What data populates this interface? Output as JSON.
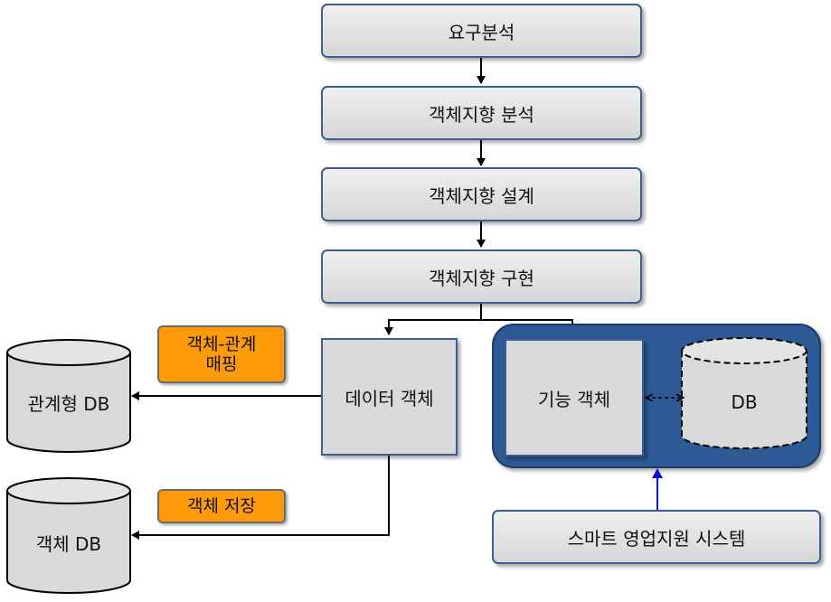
{
  "flow": {
    "step1": "요구분석",
    "step2": "객체지향 분석",
    "step3": "객체지향 설계",
    "step4": "객체지향 구현"
  },
  "data_object": "데이터 객체",
  "function_object": "기능 객체",
  "inner_db": "DB",
  "relational_db": "관계형 DB",
  "object_db": "객체 DB",
  "tag_mapping": "객체-관계\n매핑",
  "tag_storage": "객체 저장",
  "system": "스마트 영업지원 시스템",
  "colors": {
    "box_border": "#3c5f8f",
    "panel": "#2d5a94",
    "tag": "#ff9a0a",
    "arrow": "#000000",
    "blue_arrow": "#1010cc"
  }
}
